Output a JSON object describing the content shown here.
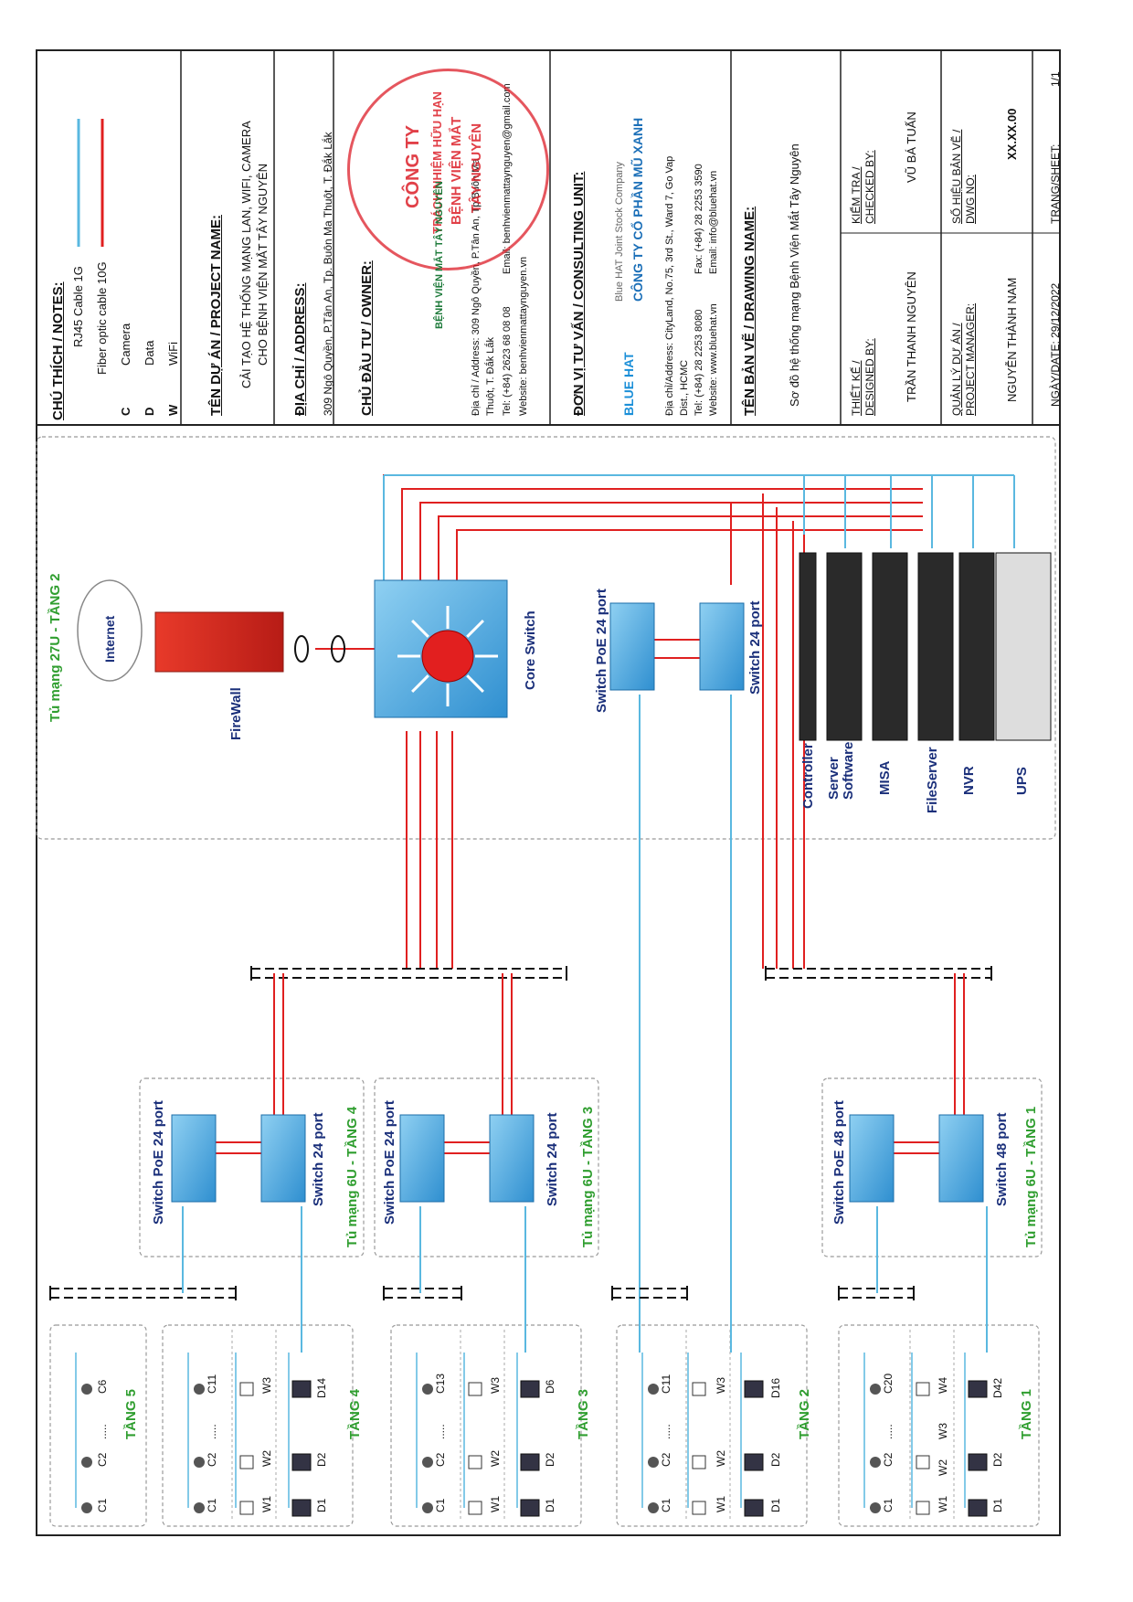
{
  "notes": {
    "heading": "CHÚ THÍCH / NOTES:",
    "items": [
      {
        "code": "",
        "text": "RJ45 Cable 1G",
        "color": "#5ab8e0"
      },
      {
        "code": "",
        "text": "Fiber optic cable 10G",
        "color": "#e02020"
      },
      {
        "code": "C",
        "text": "Camera"
      },
      {
        "code": "D",
        "text": "Data"
      },
      {
        "code": "W",
        "text": "WiFi"
      }
    ]
  },
  "project": {
    "heading": "TÊN DỰ ÁN / PROJECT NAME:",
    "line1": "CẢI TẠO HỆ THỐNG MẠNG LAN, WIFI, CAMERA",
    "line2": "CHO BỆNH VIỆN MẮT TÂY NGUYÊN"
  },
  "address": {
    "heading": "ĐỊA CHỈ / ADDRESS:",
    "text": "309 Ngô Quyền, P.Tân An, Tp. Buôn Ma Thuột, T. Đắk Lắk"
  },
  "owner": {
    "heading": "CHỦ ĐẦU TƯ / OWNER:",
    "address": "Địa chỉ / Address: 309 Ngô Quyền, P.Tân An, Tp.Buôn Ma",
    "address2": "Thuột, T. Đắk Lắk",
    "tel": "Tel: (+84) 2623 68 08 08",
    "email": "Email: benhvienmattaynguyen@gmail.com",
    "website": "Website: benhvienmattaynguyen.vn",
    "stamp_text": "CÔNG TY",
    "stamp_line2": "TRÁCH NHIỆM HỮU HẠN",
    "stamp_line3": "BỆNH VIỆN MẮT",
    "stamp_line4": "TÂY NGUYÊN",
    "logo_text": "BỆNH VIỆN MẮT TÂY NGUYÊN"
  },
  "consultant": {
    "heading": "ĐƠN VỊ TƯ VẤN / CONSULTING UNIT:",
    "small": "Blue HAT Joint Stock Company",
    "name": "CÔNG TY CỔ PHẦN MŨ XANH",
    "logo": "BLUE HAT",
    "address": "Địa chỉ/Address: CityLand, No.75, 3rd St., Ward 7, Go Vap",
    "address2": "Dist., HCMC",
    "tel": "Tel: (+84) 28 2253 8080",
    "fax": "Fax: (+84) 28 2253 3590",
    "website": "Website: www.bluehat.vn",
    "email": "Email: info@bluehat.vn"
  },
  "drawing": {
    "heading": "TÊN BẢN VẼ / DRAWING NAME:",
    "name": "Sơ đồ hệ thống mạng Bệnh Viện Mắt Tây Nguyên"
  },
  "titleblock": {
    "designed_label1": "THIẾT KẾ /",
    "designed_label2": "DESIGNED BY:",
    "designed_name": "TRẦN THANH NGUYÊN",
    "checked_label1": "KIỂM TRA /",
    "checked_label2": "CHECKED BY:",
    "checked_name": "VŨ BÁ TUẤN",
    "pm_label1": "QUẢN LÝ DỰ ÁN /",
    "pm_label2": "PROJECT MANAGER:",
    "pm_name": "NGUYỄN THÀNH NAM",
    "dwg_label1": "SỐ HIỆU BẢN VẼ /",
    "dwg_label2": "DWG NO:",
    "dwg_no": "XX.XX.00",
    "date": "NGÀY/DATE: 29/12/2022",
    "sheet_label": "TRANG/SHEET:",
    "sheet_value": "1/1"
  },
  "rack_main": {
    "title": "Tủ mạng 27U - TẦNG 2",
    "internet": "Internet",
    "firewall": "FireWall",
    "core": "Core Switch",
    "poe24": "Switch PoE 24 port",
    "sw24": "Switch 24 port",
    "servers": [
      "Controller",
      "Server Software",
      "MISA",
      "FileServer",
      "NVR",
      "UPS"
    ]
  },
  "racks": [
    {
      "title": "Tủ mạng 6U - TẦNG 4",
      "poe": "Switch PoE 24 port",
      "sw": "Switch 24 port"
    },
    {
      "title": "Tủ mạng 6U - TẦNG 3",
      "poe": "Switch PoE 24 port",
      "sw": "Switch 24 port"
    },
    {
      "title": "Tủ mạng 6U - TẦNG 1",
      "poe": "Switch PoE 48 port",
      "sw": "Switch 48 port"
    }
  ],
  "floors": [
    {
      "name": "TẦNG 5",
      "cams": [
        "C1",
        "C2",
        "C6"
      ],
      "aps": [],
      "data": []
    },
    {
      "name": "TẦNG 4",
      "cams": [
        "C1",
        "C2",
        "C11"
      ],
      "aps": [
        "W1",
        "W2",
        "W3"
      ],
      "data": [
        "D1",
        "D2",
        "D14"
      ]
    },
    {
      "name": "TẦNG 3",
      "cams": [
        "C1",
        "C2",
        "C13"
      ],
      "aps": [
        "W1",
        "W2",
        "W3"
      ],
      "data": [
        "D1",
        "D2",
        "D6"
      ]
    },
    {
      "name": "TẦNG 2",
      "cams": [
        "C1",
        "C2",
        "C11"
      ],
      "aps": [
        "W1",
        "W2",
        "W3"
      ],
      "data": [
        "D1",
        "D2",
        "D16"
      ]
    },
    {
      "name": "TẦNG 1",
      "cams": [
        "C1",
        "C2",
        "C20"
      ],
      "aps": [
        "W1",
        "W2",
        "W3",
        "W4"
      ],
      "data": [
        "D1",
        "D2",
        "D42"
      ]
    }
  ],
  "ellipsis": ".....",
  "colors": {
    "rj45": "#5ab8e0",
    "fiber": "#e02020",
    "switch": "#4aa6dc",
    "green": "#2f9e2f",
    "navy": "#1a2f7a"
  }
}
